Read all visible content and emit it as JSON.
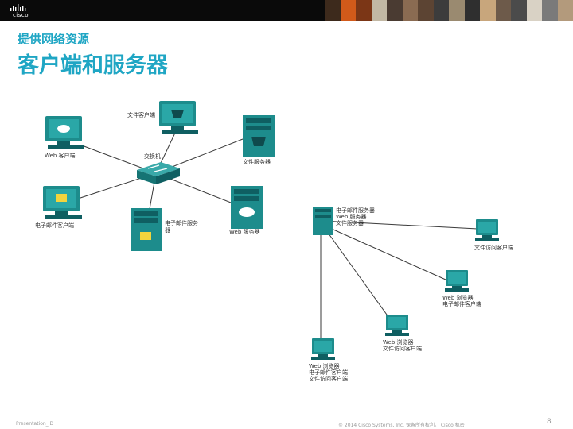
{
  "header": {
    "logo_text": "cisco",
    "photo_colors": [
      "#3d2a1c",
      "#d25a1a",
      "#7b3616",
      "#c2b8a4",
      "#4a3b32",
      "#8a6b52",
      "#5c4433",
      "#3c3c3c",
      "#9a8a70",
      "#2f2f2f",
      "#c8a67c",
      "#6d5a4a",
      "#4b4b4b",
      "#d9d2c5",
      "#7a7a7a",
      "#b39a7c"
    ]
  },
  "slide": {
    "subtitle": "提供网络资源",
    "title": "客户端和服务器"
  },
  "diagram1": {
    "labels": {
      "file_client": "文件客户端",
      "web_client": "Web 客户端",
      "switch": "交换机",
      "file_server": "文件服务器",
      "email_client": "电子邮件客户端",
      "email_server_line1": "电子邮件服务",
      "email_server_line2": "器",
      "web_server": "Web 服务器"
    }
  },
  "diagram2": {
    "labels": {
      "server_line1": "电子邮件服务器",
      "server_line2": "Web 服务器",
      "server_line3": "文件服务器",
      "client1": "文件访问客户端",
      "client2_line1": "Web 浏览器",
      "client2_line2": "电子邮件客户端",
      "client3_line1": "Web 浏览器",
      "client3_line2": "文件访问客户端",
      "client4_line1": "Web 浏览器",
      "client4_line2": "电子邮件客户端",
      "client4_line3": "文件访问客户端"
    }
  },
  "footer": {
    "left": "Presentation_ID",
    "center": "© 2014 Cisco Systems, Inc. 保留所有权利。 Cisco 机密",
    "page": "8"
  },
  "colors": {
    "accent": "#1fa6c4",
    "teal": "#1d8c8c",
    "teal_dark": "#0f5f62",
    "line": "#3a3a3a"
  }
}
